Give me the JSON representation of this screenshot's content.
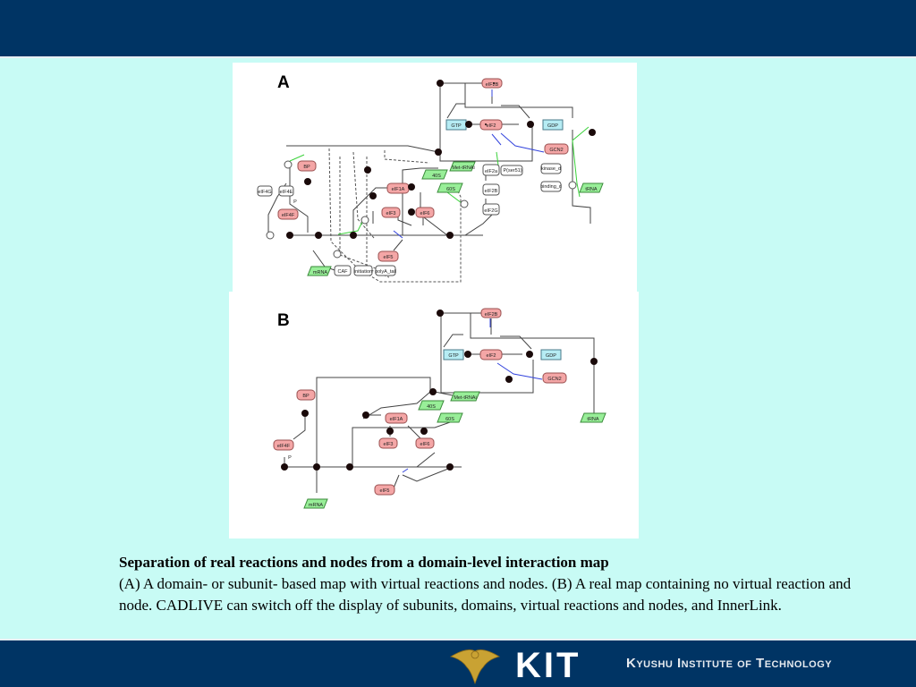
{
  "panel_a": {
    "label": "A",
    "nodes": [
      "eIF2B",
      "GTP",
      "eIF2",
      "GDP",
      "GCN2",
      "eIF4G",
      "BP",
      "eIF4E",
      "eIF4F",
      "P",
      "40S",
      "Met-tRNAi",
      "60S",
      "eIF2a",
      "eIF2B",
      "eIF2G",
      "eIF1A",
      "eIF3",
      "eIF6",
      "eIF5",
      "mRNA",
      "CAF",
      "initiation",
      "polyA_tail",
      "P(ser51)",
      "kinase_d",
      "binding_d",
      "tRNA"
    ]
  },
  "panel_b": {
    "label": "B",
    "nodes": [
      "eIF2B",
      "GTP",
      "eIF2",
      "GDP",
      "GCN2",
      "BP",
      "Met-tRNAi",
      "40S",
      "60S",
      "eIF1A",
      "eIF3",
      "eIF6",
      "eIF4F",
      "P",
      "eIF5",
      "mRNA",
      "tRNA"
    ]
  },
  "caption": {
    "title": "Separation of real reactions and nodes from a domain-level interaction map",
    "body": "(A) A domain- or subunit- based map with virtual reactions and nodes. (B) A real map containing no virtual reaction and node. CADLIVE can switch off the display of subunits, domains, virtual reactions and nodes, and InnerLink."
  },
  "footer": {
    "logo_text": "KIT",
    "institution": "Kyushu Institute of Technology"
  },
  "colors": {
    "header": "#003464",
    "background": "#c8fbf5",
    "protein_node": "#f4a6a6",
    "small_molecule": "#b6ecf4",
    "rna_node": "#98ee98"
  }
}
